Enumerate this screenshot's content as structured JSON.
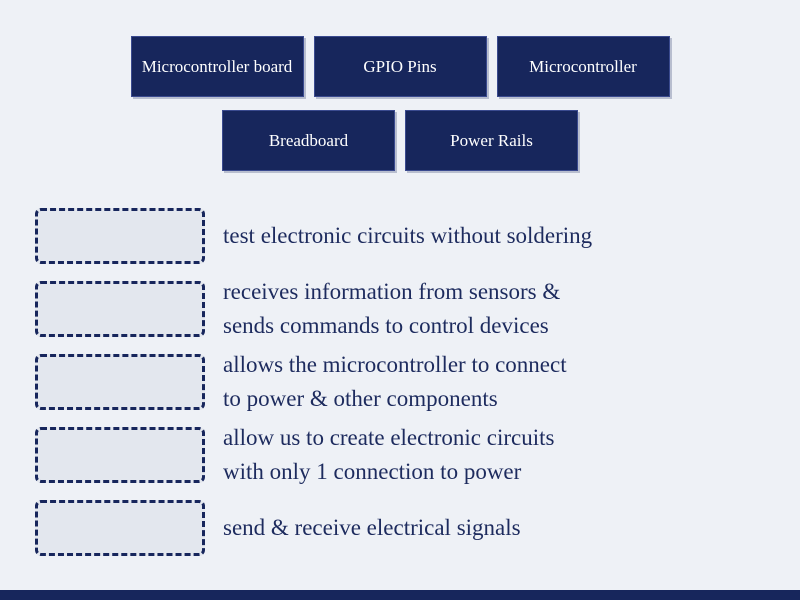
{
  "colors": {
    "navy": "#17265c",
    "background": "#eef1f6",
    "zone_fill": "#e3e7ee",
    "tile_text": "#ffffff",
    "clue_text": "#1d2b5e"
  },
  "tiles": {
    "row1": [
      {
        "label": "Microcontroller board"
      },
      {
        "label": "GPIO Pins"
      },
      {
        "label": "Microcontroller"
      }
    ],
    "row2": [
      {
        "label": "Breadboard"
      },
      {
        "label": "Power Rails"
      }
    ]
  },
  "matches": [
    {
      "text": "test electronic circuits without soldering"
    },
    {
      "text": "receives information from sensors &\nsends commands to control devices"
    },
    {
      "text": "allows the microcontroller to connect\nto power & other components"
    },
    {
      "text": "allow us to create electronic circuits\nwith only 1 connection to power"
    },
    {
      "text": "send & receive electrical signals"
    }
  ]
}
